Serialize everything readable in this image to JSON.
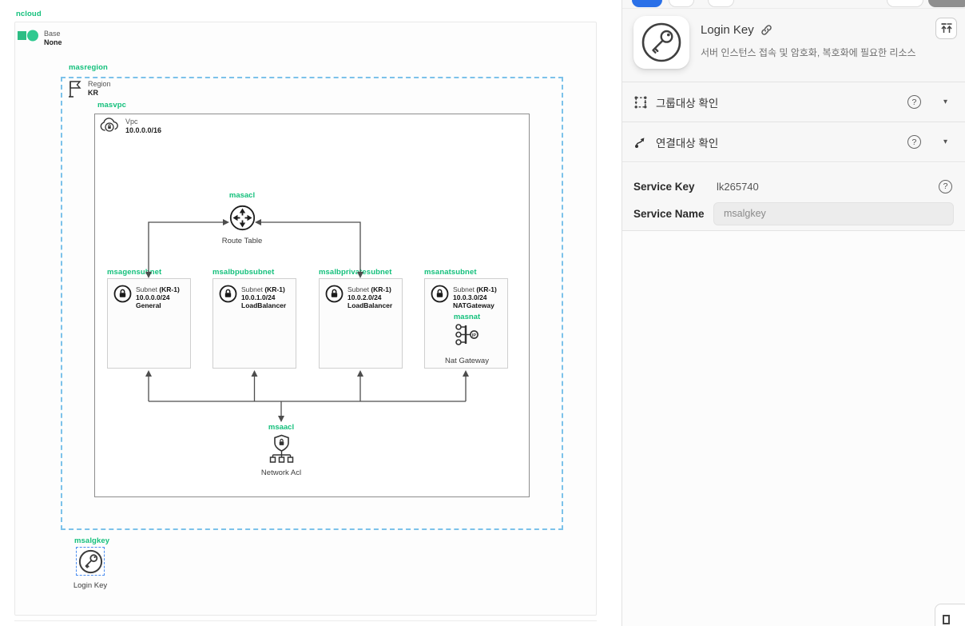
{
  "canvas": {
    "root_label": "ncloud",
    "base": {
      "title": "Base",
      "value": "None"
    },
    "region": {
      "label": "masregion",
      "title": "Region",
      "value": "KR"
    },
    "vpc": {
      "label": "masvpc",
      "title": "Vpc",
      "value": "10.0.0.0/16"
    },
    "route_table": {
      "label": "masacl",
      "caption": "Route Table"
    },
    "subnets": [
      {
        "label": "msagensubnet",
        "title": "Subnet",
        "zone": "(KR-1)",
        "cidr": "10.0.0.0/24",
        "usage": "General"
      },
      {
        "label": "msalbpubsubnet",
        "title": "Subnet",
        "zone": "(KR-1)",
        "cidr": "10.0.1.0/24",
        "usage": "LoadBalancer"
      },
      {
        "label": "msalbprivatesubnet",
        "title": "Subnet",
        "zone": "(KR-1)",
        "cidr": "10.0.2.0/24",
        "usage": "LoadBalancer"
      },
      {
        "label": "msanatsubnet",
        "title": "Subnet",
        "zone": "(KR-1)",
        "cidr": "10.0.3.0/24",
        "usage": "NATGateway"
      }
    ],
    "nat_gateway": {
      "label": "masnat",
      "caption": "Nat Gateway",
      "badge": "IP"
    },
    "network_acl": {
      "label": "msaacl",
      "caption": "Network Acl"
    },
    "login_key": {
      "label": "msalgkey",
      "caption": "Login Key"
    }
  },
  "panel": {
    "header": {
      "title": "Login Key",
      "description": "서버 인스턴스 접속 및 암호화, 복호화에 필요한 리소스"
    },
    "sections": [
      {
        "label": "그룹대상 확인",
        "help": "?",
        "caret": "▾"
      },
      {
        "label": "연결대상 확인",
        "help": "?",
        "caret": "▾"
      }
    ],
    "service": {
      "key_label": "Service Key",
      "key_value": "lk265740",
      "key_help": "?",
      "name_label": "Service Name",
      "name_value": "msalgkey"
    }
  },
  "colors": {
    "accent_green": "#14c07c",
    "region_dash_blue": "#7cc2ea",
    "selection_dash_blue": "#4b8df0",
    "primary_blue": "#2a70e8",
    "toolbar_dark_gray": "#8f8f8f"
  }
}
